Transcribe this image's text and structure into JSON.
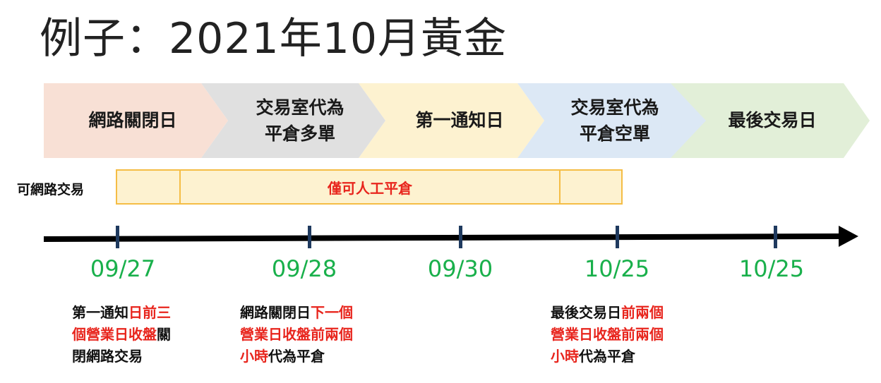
{
  "title": "例子：2021年10月黃金",
  "stages": [
    {
      "line1": "網路關閉日",
      "line2": ""
    },
    {
      "line1": "交易室代為",
      "line2": "平倉多單"
    },
    {
      "line1": "第一通知日",
      "line2": ""
    },
    {
      "line1": "交易室代為",
      "line2": "平倉空單"
    },
    {
      "line1": "最後交易日",
      "line2": ""
    }
  ],
  "colors": {
    "stage_fills": [
      "#f8e0d5",
      "#e0e0e0",
      "#fdf2d0",
      "#dce8f5",
      "#e2efd8"
    ],
    "date_text": "#19b04b",
    "highlight": "#e8251d",
    "bar_border": "#f5bd45"
  },
  "online_label": "可網路交易",
  "manual_label": "僅可人工平倉",
  "dates": [
    "09/27",
    "09/28",
    "09/30",
    "10/25",
    "10/25"
  ],
  "notes": {
    "note1": {
      "p1": "第一通知",
      "p2": "日前三",
      "p3": "個營業日收盤",
      "p4": "關",
      "p5": "閉網路交易"
    },
    "note2": {
      "p1": "網路關閉日",
      "p2": "下一個",
      "p3": "營業日收盤前兩個",
      "p4": "小時",
      "p5": "代為平倉"
    },
    "note3": {
      "p1": "最後交易日",
      "p2": "前兩個",
      "p3": "營業日收盤前兩個",
      "p4": "小時",
      "p5": "代為平倉"
    }
  }
}
